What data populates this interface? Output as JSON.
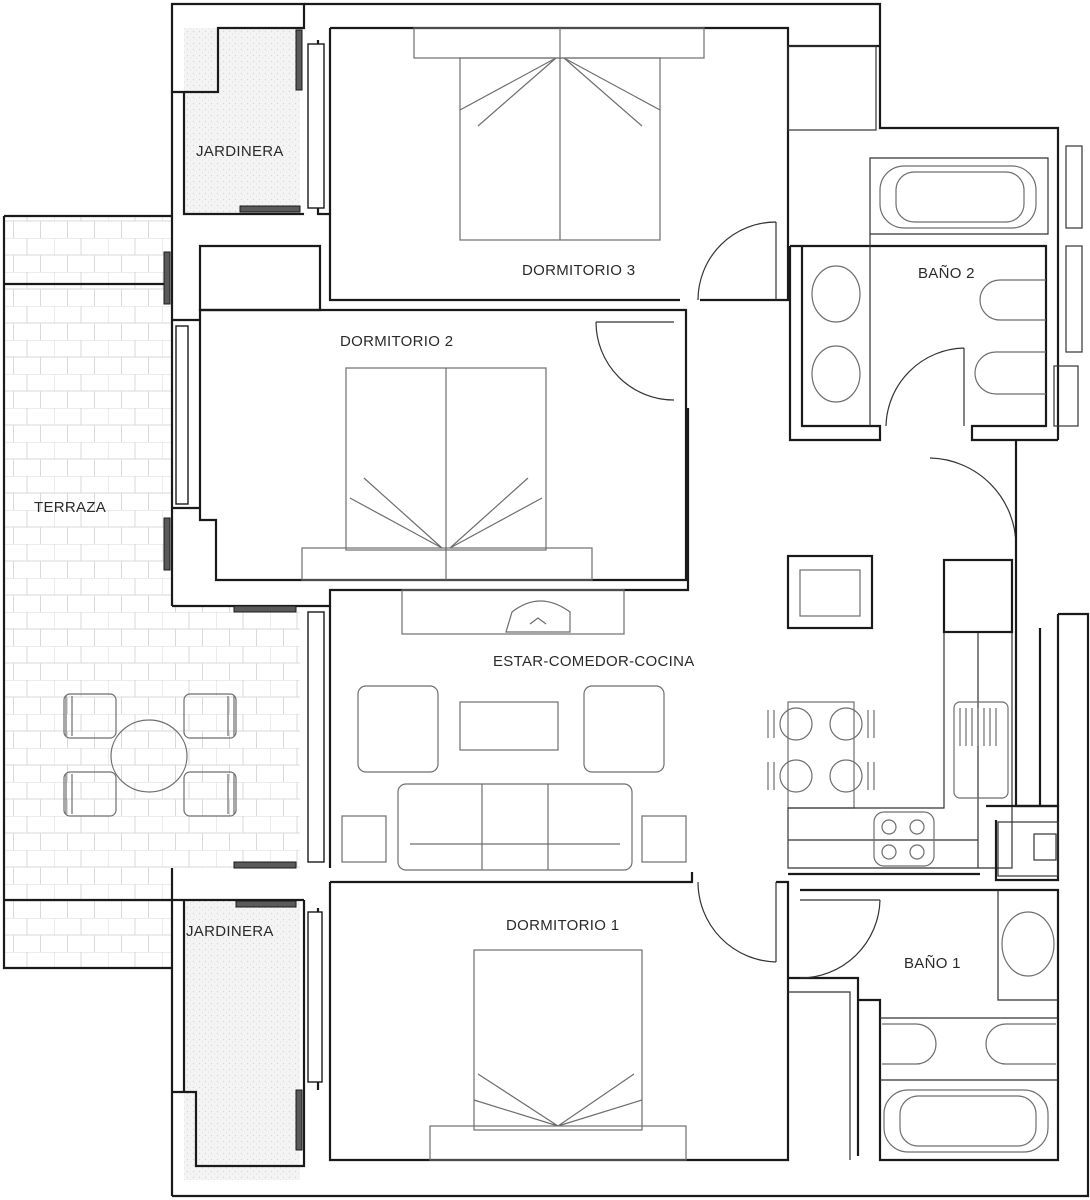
{
  "plan": {
    "type": "architectural-floor-plan",
    "colors": {
      "wall": "#1a1a1a",
      "furniture": "#6e6e6e",
      "planter_fill": "#f0f0f0",
      "terrace_tile_line": "#d6d6d6",
      "background": "#ffffff"
    },
    "rooms": {
      "jardinera_top": "JARDINERA",
      "dormitorio_3": "DORMITORIO 3",
      "bano_2": "BAÑO 2",
      "dormitorio_2": "DORMITORIO 2",
      "terraza": "TERRAZA",
      "estar_comedor_cocina": "ESTAR-COMEDOR-COCINA",
      "jardinera_bottom": "JARDINERA",
      "dormitorio_1": "DORMITORIO 1",
      "bano_1": "BAÑO 1"
    }
  }
}
